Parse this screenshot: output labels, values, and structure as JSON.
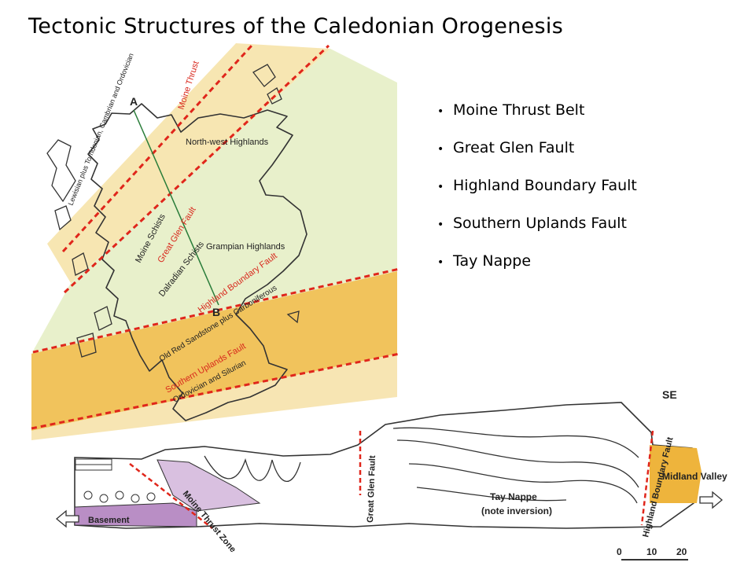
{
  "title": "Tectonic Structures of the Caledonian Orogenesis",
  "bullets": [
    "Moine Thrust Belt",
    "Great Glen Fault",
    "Highland Boundary Fault",
    "Southern Uplands Fault",
    "Tay Nappe"
  ],
  "map": {
    "section_start": "A",
    "section_end": "B",
    "region_labels": {
      "northwest_highlands": "North-west Highlands",
      "grampian_highlands": "Grampian Highlands",
      "moine_schists": "Moine Schists",
      "dalradian_schists": "Dalradian Schists",
      "lewisian": "Lewisian plus Torridonian, Cambrian and Ordovician",
      "old_red": "Old Red Sandstone plus Carboniferous",
      "ordovician_silurian": "Ordovician and Silurian"
    },
    "fault_labels": {
      "moine_thrust": "Moine Thrust",
      "great_glen": "Great Glen Fault",
      "highland_boundary": "Highland Boundary Fault",
      "southern_uplands": "Southern Uplands Fault"
    }
  },
  "cross_section": {
    "direction": "SE",
    "labels": {
      "basement": "Basement",
      "moine_thrust_zone": "Moine Thrust Zone",
      "great_glen_fault": "Great Glen Fault",
      "tay_nappe": "Tay Nappe",
      "note": "(note inversion)",
      "highland_boundary_fault": "Highland Boundary Fault",
      "midland_valley": "Midland Valley"
    },
    "scale": [
      "0",
      "10",
      "20"
    ]
  },
  "colors": {
    "fault_line": "#e0261b",
    "zone_yellow": "#f3d98a",
    "zone_orange": "#eeb43c",
    "zone_green": "#dfe9b9",
    "basement_purple": "#b98ec5"
  }
}
